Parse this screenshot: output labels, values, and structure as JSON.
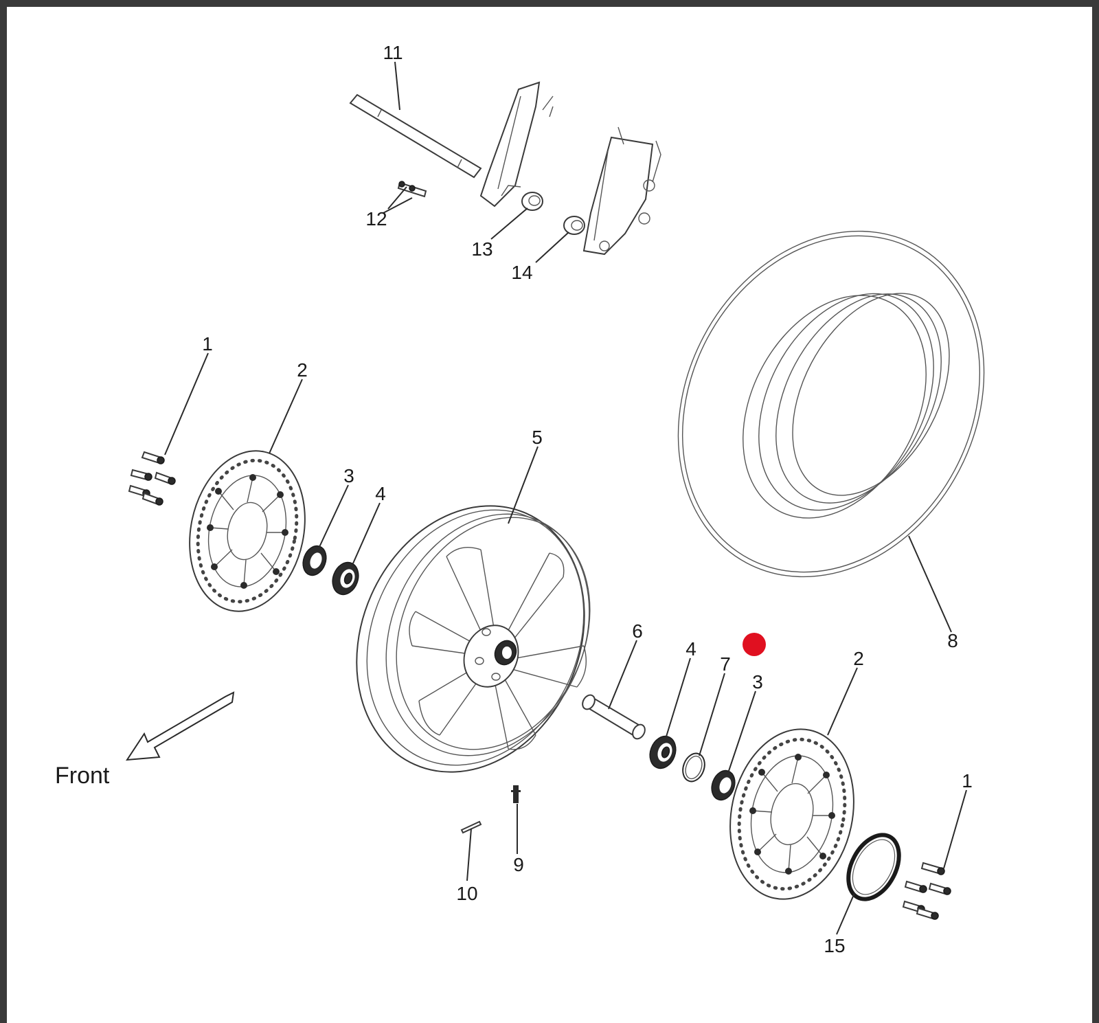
{
  "title": "",
  "direction_label": "Front",
  "callouts": [
    "1",
    "2",
    "3",
    "4",
    "5",
    "6",
    "4",
    "7",
    "3",
    "2",
    "8",
    "1",
    "9",
    "10",
    "11",
    "12",
    "13",
    "14",
    "15"
  ],
  "marker": {
    "color": "#e01020"
  },
  "colors": {
    "line": "#2a2a2a",
    "background": "#ffffff",
    "frame": "#3a3a3a"
  }
}
